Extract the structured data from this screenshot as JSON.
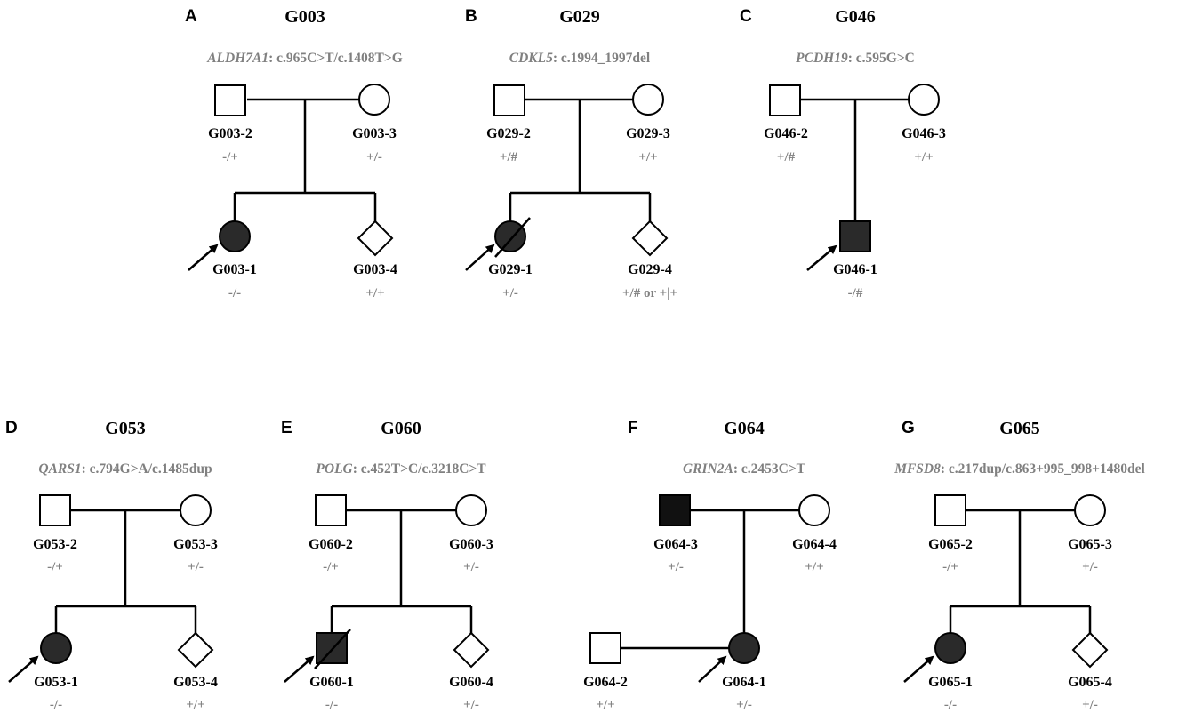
{
  "panels": [
    {
      "letter": "A",
      "family": "G003",
      "gene": "ALDH7A1",
      "variant": ": c.965C>T/c.1408T>G",
      "father": {
        "id": "G003-2",
        "genotype": "-/+"
      },
      "mother": {
        "id": "G003-3",
        "genotype": "+/-"
      },
      "proband": {
        "id": "G003-1",
        "genotype": "-/-",
        "sex": "female",
        "affected": true,
        "deceased": false
      },
      "sibling": {
        "id": "G003-4",
        "genotype": "+/+",
        "sex": "unknown"
      }
    },
    {
      "letter": "B",
      "family": "G029",
      "gene": "CDKL5",
      "variant": ": c.1994_1997del",
      "father": {
        "id": "G029-2",
        "genotype": "+/#"
      },
      "mother": {
        "id": "G029-3",
        "genotype": "+/+"
      },
      "proband": {
        "id": "G029-1",
        "genotype": "+/-",
        "sex": "female",
        "affected": true,
        "deceased": true
      },
      "sibling": {
        "id": "G029-4",
        "genotype": "+/# or +|+",
        "sex": "unknown"
      }
    },
    {
      "letter": "C",
      "family": "G046",
      "gene": "PCDH19",
      "variant": ": c.595G>C",
      "father": {
        "id": "G046-2",
        "genotype": "+/#"
      },
      "mother": {
        "id": "G046-3",
        "genotype": "+/+"
      },
      "proband": {
        "id": "G046-1",
        "genotype": "-/#",
        "sex": "male",
        "affected": true,
        "deceased": false
      }
    },
    {
      "letter": "D",
      "family": "G053",
      "gene": "QARS1",
      "variant": ": c.794G>A/c.1485dup",
      "father": {
        "id": "G053-2",
        "genotype": "-/+"
      },
      "mother": {
        "id": "G053-3",
        "genotype": "+/-"
      },
      "proband": {
        "id": "G053-1",
        "genotype": "-/-",
        "sex": "female",
        "affected": true,
        "deceased": false
      },
      "sibling": {
        "id": "G053-4",
        "genotype": "+/+",
        "sex": "unknown"
      }
    },
    {
      "letter": "E",
      "family": "G060",
      "gene": "POLG",
      "variant": ": c.452T>C/c.3218C>T",
      "father": {
        "id": "G060-2",
        "genotype": "-/+"
      },
      "mother": {
        "id": "G060-3",
        "genotype": "+/-"
      },
      "proband": {
        "id": "G060-1",
        "genotype": "-/-",
        "sex": "male",
        "affected": true,
        "deceased": true
      },
      "sibling": {
        "id": "G060-4",
        "genotype": "+/-",
        "sex": "unknown"
      }
    },
    {
      "letter": "F",
      "family": "G064",
      "gene": "GRIN2A",
      "variant": ": c.2453C>T",
      "father": {
        "id": "G064-3",
        "genotype": "+/-",
        "affected": true
      },
      "mother": {
        "id": "G064-4",
        "genotype": "+/+"
      },
      "proband": {
        "id": "G064-1",
        "genotype": "+/-",
        "sex": "female",
        "affected": true,
        "deceased": false
      },
      "spouse": {
        "id": "G064-2",
        "genotype": "+/+",
        "sex": "male"
      }
    },
    {
      "letter": "G",
      "family": "G065",
      "gene": "MFSD8",
      "variant": ": c.217dup/c.863+995_998+1480del",
      "father": {
        "id": "G065-2",
        "genotype": "-/+"
      },
      "mother": {
        "id": "G065-3",
        "genotype": "+/-"
      },
      "proband": {
        "id": "G065-1",
        "genotype": "-/-",
        "sex": "female",
        "affected": true,
        "deceased": false
      },
      "sibling": {
        "id": "G065-4",
        "genotype": "+/-",
        "sex": "unknown"
      }
    }
  ]
}
